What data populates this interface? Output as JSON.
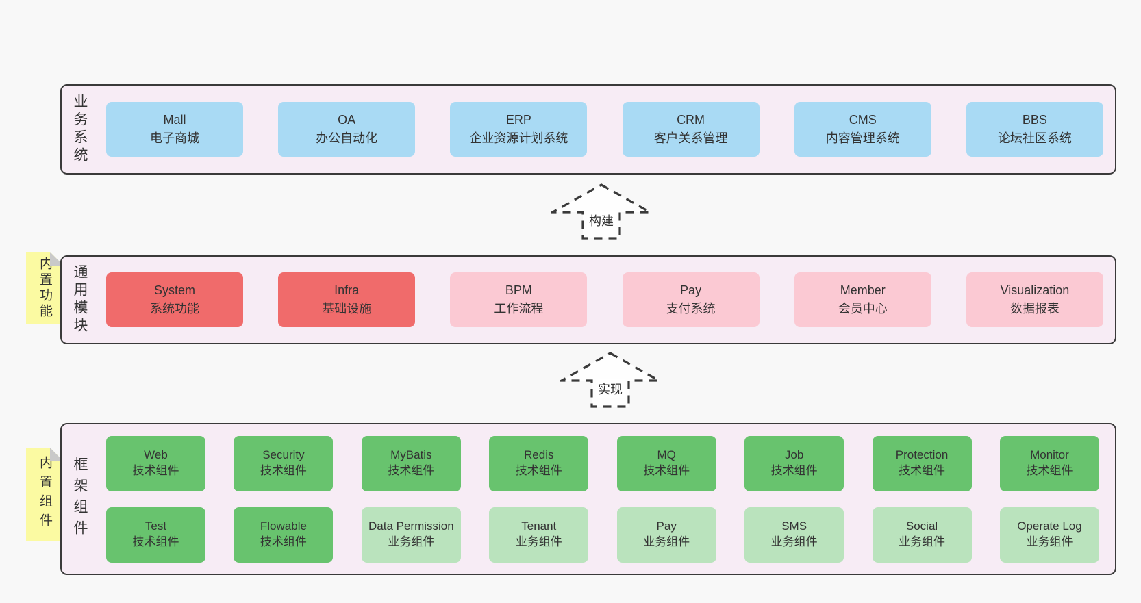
{
  "diagram": {
    "layers": [
      {
        "label": "业务系统",
        "boxes": [
          {
            "name": "Mall",
            "desc": "电子商城",
            "variant": "blue"
          },
          {
            "name": "OA",
            "desc": "办公自动化",
            "variant": "blue"
          },
          {
            "name": "ERP",
            "desc": "企业资源计划系统",
            "variant": "blue"
          },
          {
            "name": "CRM",
            "desc": "客户关系管理",
            "variant": "blue"
          },
          {
            "name": "CMS",
            "desc": "内容管理系统",
            "variant": "blue"
          },
          {
            "name": "BBS",
            "desc": "论坛社区系统",
            "variant": "blue"
          }
        ]
      },
      {
        "label": "通用模块",
        "note": "内置功能",
        "boxes": [
          {
            "name": "System",
            "desc": "系统功能",
            "variant": "red"
          },
          {
            "name": "Infra",
            "desc": "基础设施",
            "variant": "red"
          },
          {
            "name": "BPM",
            "desc": "工作流程",
            "variant": "pink"
          },
          {
            "name": "Pay",
            "desc": "支付系统",
            "variant": "pink"
          },
          {
            "name": "Member",
            "desc": "会员中心",
            "variant": "pink"
          },
          {
            "name": "Visualization",
            "desc": "数据报表",
            "variant": "pink"
          }
        ]
      },
      {
        "label": "框架组件",
        "note": "内置组件",
        "rows": [
          {
            "boxes": [
              {
                "name": "Web",
                "desc": "技术组件",
                "variant": "green"
              },
              {
                "name": "Security",
                "desc": "技术组件",
                "variant": "green"
              },
              {
                "name": "MyBatis",
                "desc": "技术组件",
                "variant": "green"
              },
              {
                "name": "Redis",
                "desc": "技术组件",
                "variant": "green"
              },
              {
                "name": "MQ",
                "desc": "技术组件",
                "variant": "green"
              },
              {
                "name": "Job",
                "desc": "技术组件",
                "variant": "green"
              },
              {
                "name": "Protection",
                "desc": "技术组件",
                "variant": "green"
              },
              {
                "name": "Monitor",
                "desc": "技术组件",
                "variant": "green"
              }
            ]
          },
          {
            "boxes": [
              {
                "name": "Test",
                "desc": "技术组件",
                "variant": "green"
              },
              {
                "name": "Flowable",
                "desc": "技术组件",
                "variant": "green"
              },
              {
                "name": "Data Permission",
                "desc": "业务组件",
                "variant": "lightgreen"
              },
              {
                "name": "Tenant",
                "desc": "业务组件",
                "variant": "lightgreen"
              },
              {
                "name": "Pay",
                "desc": "业务组件",
                "variant": "lightgreen"
              },
              {
                "name": "SMS",
                "desc": "业务组件",
                "variant": "lightgreen"
              },
              {
                "name": "Social",
                "desc": "业务组件",
                "variant": "lightgreen"
              },
              {
                "name": "Operate Log",
                "desc": "业务组件",
                "variant": "lightgreen"
              }
            ]
          }
        ]
      }
    ],
    "arrows": [
      {
        "label": "构建"
      },
      {
        "label": "实现"
      }
    ],
    "colors": {
      "page_bg": "#f8f8f8",
      "panel_bg": "#f7ecf5",
      "panel_border": "#3a3a3a",
      "blue": "#a9daf4",
      "red": "#f06b6b",
      "pink": "#fbc9d3",
      "green": "#68c36e",
      "lightgreen": "#bae3bd",
      "note_yellow": "#fbfaa2",
      "note_fold": "#c9c9c9",
      "text": "#333333"
    }
  }
}
